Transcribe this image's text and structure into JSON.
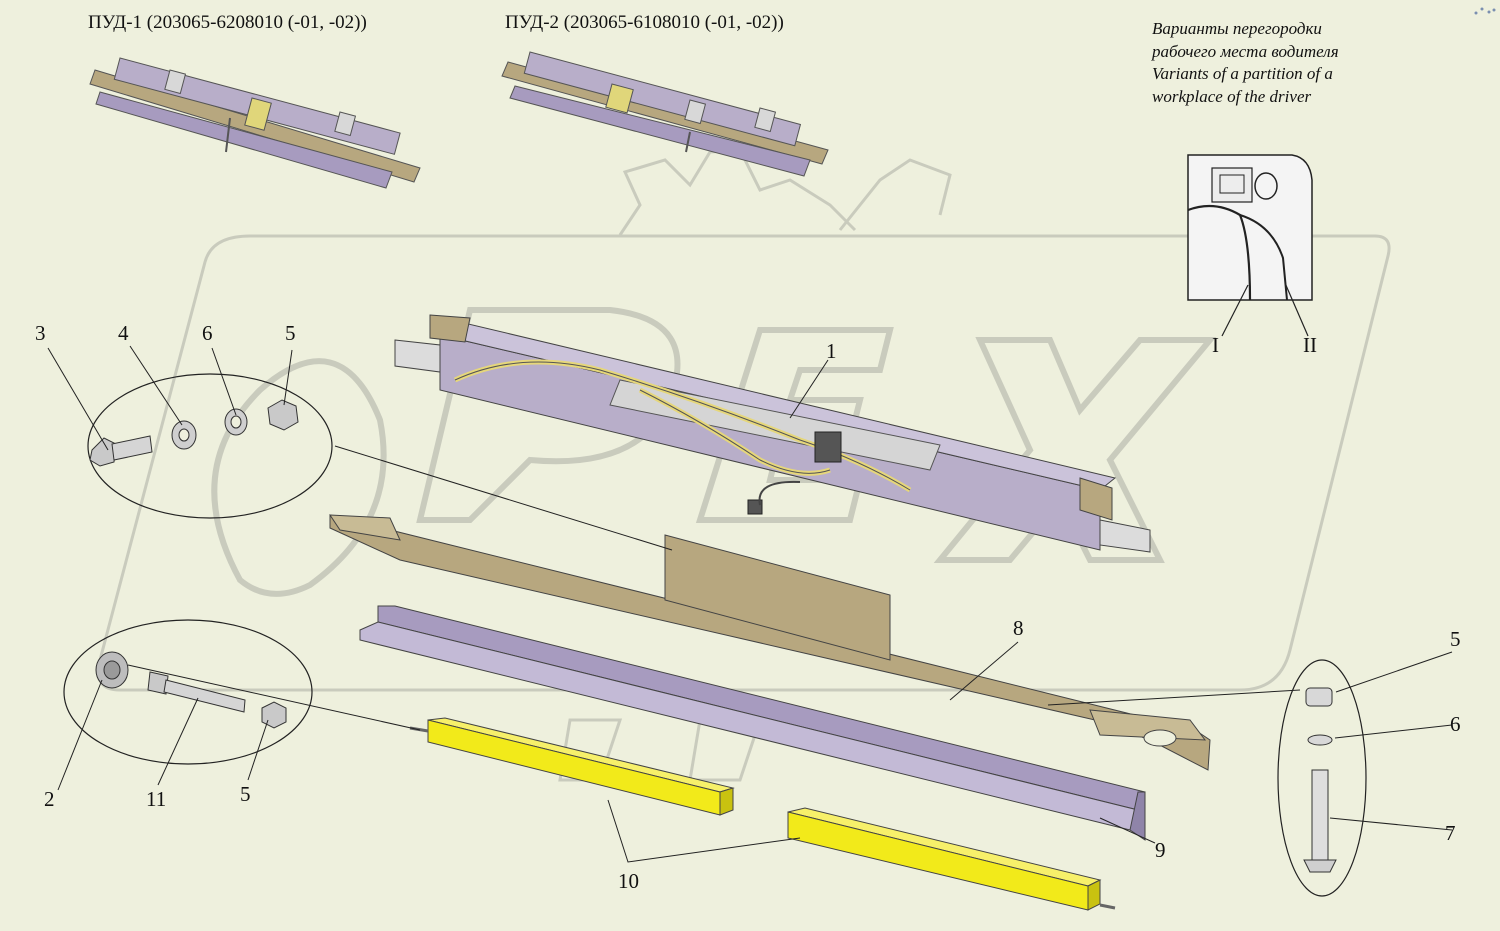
{
  "titles": {
    "pud1": "ПУД-1 (203065-6208010 (-01, -02))",
    "pud2": "ПУД-2 (203065-6108010 (-01, -02))"
  },
  "note": {
    "line1": "Варианты перегородки",
    "line2": "рабочего места водителя",
    "line3": "Variants of a partition of a",
    "line4": "workplace of the driver"
  },
  "variants": {
    "v1": "I",
    "v2": "II"
  },
  "callouts": {
    "c1": "1",
    "c2": "2",
    "c3": "3",
    "c4": "4",
    "c5a": "5",
    "c5b": "5",
    "c5c": "5",
    "c6a": "6",
    "c6b": "6",
    "c7": "7",
    "c8": "8",
    "c9": "9",
    "c10": "10",
    "c11": "11"
  },
  "colors": {
    "background": "#eef0dd",
    "bracket": "#b7a77f",
    "rail": "#a79bbf",
    "cylinder": "#b8aec9",
    "pipe": "#e6d77a",
    "bar": "#f2ea1a",
    "metal": "#c9c9c9",
    "watermark": "#c9cbbd"
  }
}
